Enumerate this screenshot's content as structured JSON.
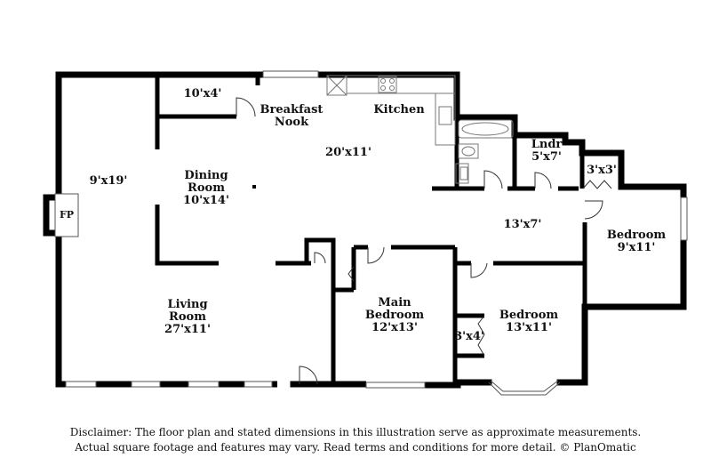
{
  "rooms": {
    "closet_top": {
      "dims": "10'x4'"
    },
    "breakfast": {
      "name_line1": "Breakfast",
      "name_line2": "Nook"
    },
    "kitchen": {
      "name": "Kitchen",
      "dims": "20'x11'"
    },
    "laundry": {
      "name": "Lndr",
      "dims": "5'x7'"
    },
    "closet_small": {
      "dims": "3'x3'"
    },
    "left_room": {
      "dims": "9'x19'"
    },
    "dining": {
      "name": "Dining",
      "name_line2": "Room",
      "dims": "10'x14'"
    },
    "fireplace": {
      "label": "FP"
    },
    "hall": {
      "dims": "13'x7'"
    },
    "bedroom_right": {
      "name": "Bedroom",
      "dims": "9'x11'"
    },
    "living": {
      "name": "Living",
      "name_line2": "Room",
      "dims": "27'x11'"
    },
    "main_bedroom": {
      "name": "Main",
      "name_line2": "Bedroom",
      "dims": "12'x13'"
    },
    "closet_bed": {
      "dims": "3'x4'"
    },
    "bedroom_lower": {
      "name": "Bedroom",
      "dims": "13'x11'"
    }
  },
  "disclaimer": {
    "line1": "Disclaimer: The floor plan and stated dimensions in this illustration serve as approximate measurements.",
    "line2": "Actual square footage and features may vary. Read terms and conditions for more detail. © PlanOmatic"
  },
  "colors": {
    "wall": "#000000",
    "fixture": "#777777",
    "background": "#ffffff"
  }
}
